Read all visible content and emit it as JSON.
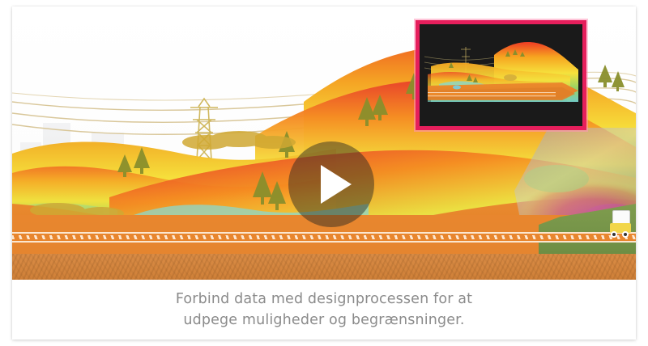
{
  "card": {
    "caption": {
      "line1": "Forbind data med designprocessen for at",
      "line2": "udpege muligheder og begrænsninger.",
      "text_color": "#8b8b8b"
    }
  },
  "video": {
    "play_button_label": "Afspil video",
    "play_icon": "play-triangle-icon",
    "overlay_color": "rgba(38,38,34,0.47)",
    "poster_description": "Terrænvisualisering med farvekodet højde-/varmekort, elmast, tog-spor og nåletræer"
  },
  "inset_panel": {
    "title": "",
    "border_color": "#e61f5c",
    "background_color": "#1b1b1b",
    "description": "Miniaturevisning af samme terrænmodel på sort baggrund"
  },
  "terrain_colors": {
    "green": "#6fbf6a",
    "cyan": "#7fd3c8",
    "yellow": "#f3e33f",
    "orange": "#e8862e",
    "red": "#e8402a",
    "magenta": "#e8208a",
    "tree": "#8a8f2c",
    "soil": "#d98b45",
    "pylon": "#d9c06a"
  }
}
